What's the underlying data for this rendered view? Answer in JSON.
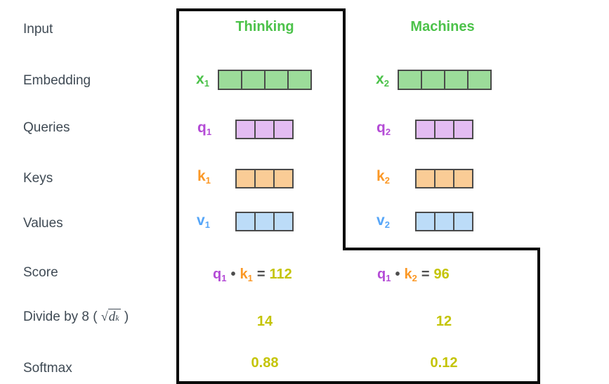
{
  "colors": {
    "green": "#4CC24A",
    "green_fill": "#9CDC9A",
    "purple": "#B44BD6",
    "purple_fill": "#E3BCF2",
    "orange": "#FB9826",
    "orange_fill": "#FACC96",
    "blue": "#55A5F8",
    "blue_fill": "#BCDCF8",
    "olive": "#C4C405",
    "label_dark": "#3F4A54",
    "op_dark": "#4D4D4D",
    "cell_border": "#4A4A4A",
    "outline_black": "#0A0A0A"
  },
  "row_labels": {
    "input": "Input",
    "embedding": "Embedding",
    "queries": "Queries",
    "keys": "Keys",
    "values": "Values",
    "score": "Score",
    "divide_prefix": "Divide by 8 ( ",
    "divide_sqrt": "√",
    "divide_var_base": "d",
    "divide_var_sub": "k",
    "divide_suffix": " )",
    "softmax": "Softmax"
  },
  "columns": [
    {
      "header": "Thinking",
      "embedding_label": {
        "base": "x",
        "sub": "1"
      },
      "embedding_cells": 4,
      "query_label": {
        "base": "q",
        "sub": "1"
      },
      "query_cells": 3,
      "key_label": {
        "base": "k",
        "sub": "1"
      },
      "key_cells": 3,
      "value_label": {
        "base": "v",
        "sub": "1"
      },
      "value_cells": 3,
      "score": {
        "q_base": "q",
        "q_sub": "1",
        "dot": "•",
        "k_base": "k",
        "k_sub": "1",
        "eq": "=",
        "value": "112"
      },
      "divide_value": "14",
      "softmax_value": "0.88"
    },
    {
      "header": "Machines",
      "embedding_label": {
        "base": "x",
        "sub": "2"
      },
      "embedding_cells": 4,
      "query_label": {
        "base": "q",
        "sub": "2"
      },
      "query_cells": 3,
      "key_label": {
        "base": "k",
        "sub": "2"
      },
      "key_cells": 3,
      "value_label": {
        "base": "v",
        "sub": "2"
      },
      "value_cells": 3,
      "score": {
        "q_base": "q",
        "q_sub": "1",
        "dot": "•",
        "k_base": "k",
        "k_sub": "2",
        "eq": "=",
        "value": "96"
      },
      "divide_value": "12",
      "softmax_value": "0.12"
    }
  ]
}
